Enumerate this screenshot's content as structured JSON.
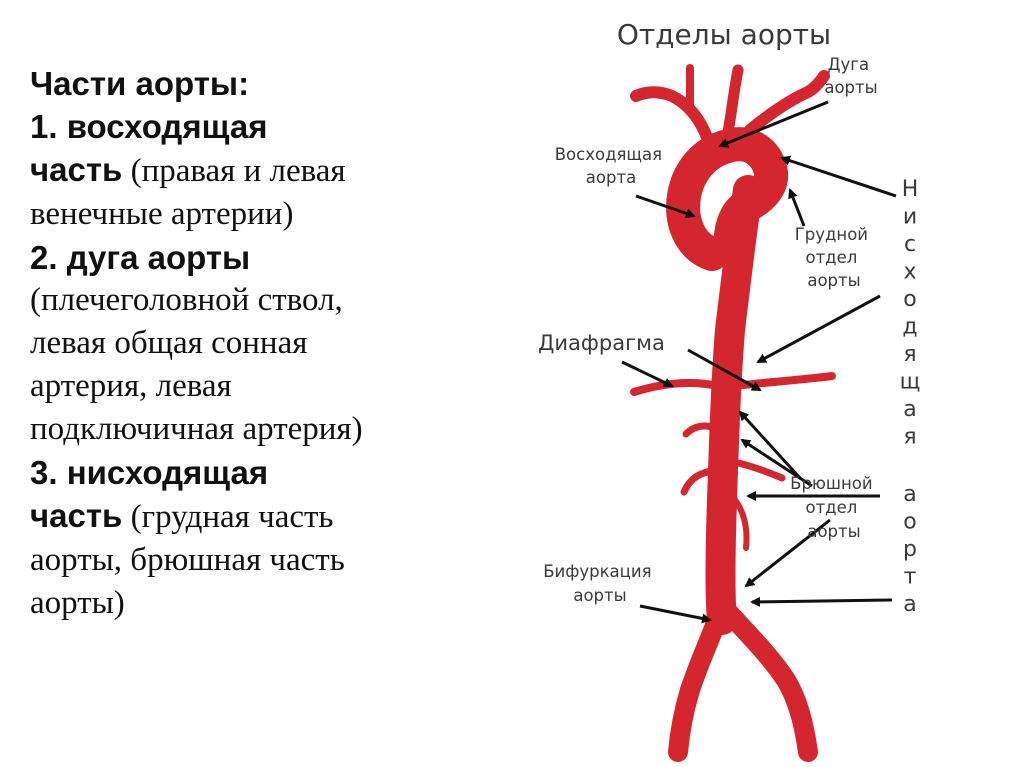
{
  "left": {
    "heading": "Части аорты:",
    "item1_head": "1. восходящая",
    "item1_bold": "часть",
    "item1_rest_a": " (правая и левая",
    "item1_rest_b": "венечные артерии)",
    "item2_head": "2. дуга аорты",
    "item2_line1": "(плечеголовной ствол,",
    "item2_line2": "левая общая сонная",
    "item2_line3": "артерия, левая",
    "item2_line4": "подключичная артерия)",
    "item3_head": "3. нисходящая",
    "item3_bold": "часть",
    "item3_rest_a": " (грудная часть",
    "item3_rest_b": "аорты, брюшная часть",
    "item3_rest_c": "аорты)"
  },
  "diagram": {
    "title": "Отделы аорты",
    "arch_label": [
      "Дуга",
      "аорты"
    ],
    "ascending_label": [
      "Восходящая",
      "аорта"
    ],
    "thoracic_label": [
      "Грудной",
      "отдел",
      "аорты"
    ],
    "diaphragm_label": "Диафрагма",
    "abdominal_label": [
      "Брюшной",
      "отдел",
      "аорты"
    ],
    "bifurcation_label": [
      "Бифуркация",
      "аорты"
    ],
    "descending_vertical": [
      "Н",
      "и",
      "с",
      "х",
      "о",
      "д",
      "я",
      "щ",
      "а",
      "я",
      " ",
      "а",
      "о",
      "р",
      "т",
      "а"
    ],
    "colors": {
      "vessel": "#d3262e",
      "vessel_dark": "#b01c24",
      "arrow": "#111111",
      "label": "#3a3a3a"
    }
  }
}
